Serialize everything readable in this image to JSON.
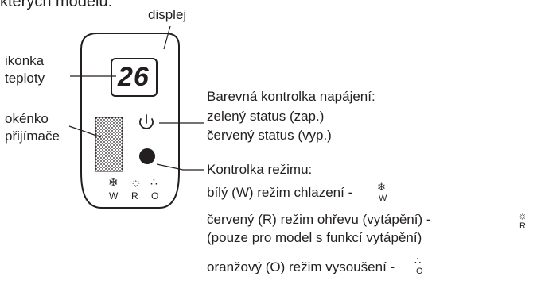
{
  "header_fragment": "kterých modelu:",
  "callouts": {
    "display": "displej",
    "temp_icon_line1": "ikonka",
    "temp_icon_line2": "teploty",
    "receiver_line1": "okénko",
    "receiver_line2": "přijímače"
  },
  "display_value": "26",
  "mode_symbols": {
    "cool": {
      "icon": "snowflake-icon",
      "glyph": "❄",
      "letter": "W"
    },
    "heat": {
      "icon": "sun-icon",
      "glyph": "☼",
      "letter": "R"
    },
    "dry": {
      "icon": "droplets-icon",
      "glyph": "∴",
      "letter": "O"
    }
  },
  "power_indicator": {
    "icon": "power-icon",
    "title": "Barevná kontrolka napájení:",
    "green": "zelený status (zap.)",
    "red": "červený status (vyp.)"
  },
  "mode_indicator": {
    "title": "Kontrolka režimu:",
    "cool": "bílý (W) režim chlazení -",
    "heat": "červený (R) režim ohřevu (vytápění) -",
    "heat_note": "(pouze pro model s funkcí vytápění)",
    "dry": "oranžový (O) režim vysoušení -"
  },
  "colors": {
    "ink": "#231f20",
    "background": "#ffffff"
  }
}
